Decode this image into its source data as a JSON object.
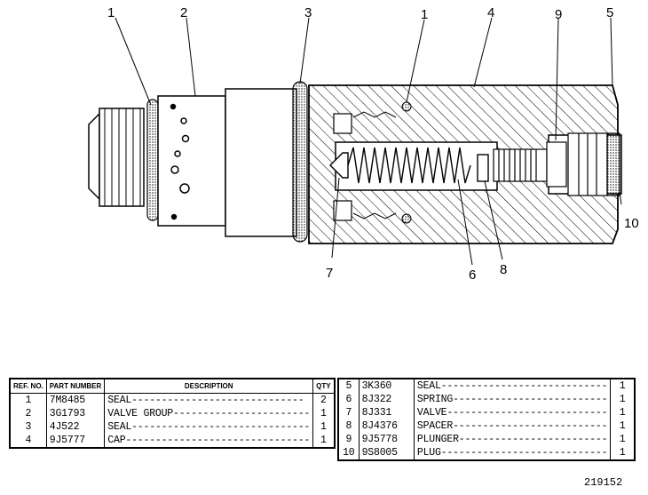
{
  "callouts": [
    {
      "key": "c1a",
      "text": "1"
    },
    {
      "key": "c2",
      "text": "2"
    },
    {
      "key": "c3",
      "text": "3"
    },
    {
      "key": "c1b",
      "text": "1"
    },
    {
      "key": "c4",
      "text": "4"
    },
    {
      "key": "c9",
      "text": "9"
    },
    {
      "key": "c5",
      "text": "5"
    },
    {
      "key": "c10",
      "text": "10"
    },
    {
      "key": "c7",
      "text": "7"
    },
    {
      "key": "c6",
      "text": "6"
    },
    {
      "key": "c8",
      "text": "8"
    }
  ],
  "table_headers": {
    "ref_no": "REF. NO.",
    "part_number": "PART NUMBER",
    "description": "DESCRIPTION",
    "qty": "QTY"
  },
  "left_rows": [
    {
      "ref": "1",
      "part": "7M8485",
      "desc": "SEAL-----------------------------",
      "qty": "2"
    },
    {
      "ref": "2",
      "part": "3G1793",
      "desc": "VALVE GROUP-----------------------",
      "qty": "1"
    },
    {
      "ref": "3",
      "part": "4J522",
      "desc": "SEAL------------------------------",
      "qty": "1"
    },
    {
      "ref": "4",
      "part": "9J5777",
      "desc": "CAP-------------------------------",
      "qty": "1"
    }
  ],
  "right_rows": [
    {
      "ref": "5",
      "part": "3K360",
      "desc": "SEAL----------------------------",
      "qty": "1"
    },
    {
      "ref": "6",
      "part": "8J322",
      "desc": "SPRING--------------------------",
      "qty": "1"
    },
    {
      "ref": "7",
      "part": "8J331",
      "desc": "VALVE---------------------------",
      "qty": "1"
    },
    {
      "ref": "8",
      "part": "8J4376",
      "desc": "SPACER--------------------------",
      "qty": "1"
    },
    {
      "ref": "9",
      "part": "9J5778",
      "desc": "PLUNGER-------------------------",
      "qty": "1"
    },
    {
      "ref": "10",
      "part": "9S8005",
      "desc": "PLUG----------------------------",
      "qty": "1"
    }
  ],
  "figure_number": "219152"
}
